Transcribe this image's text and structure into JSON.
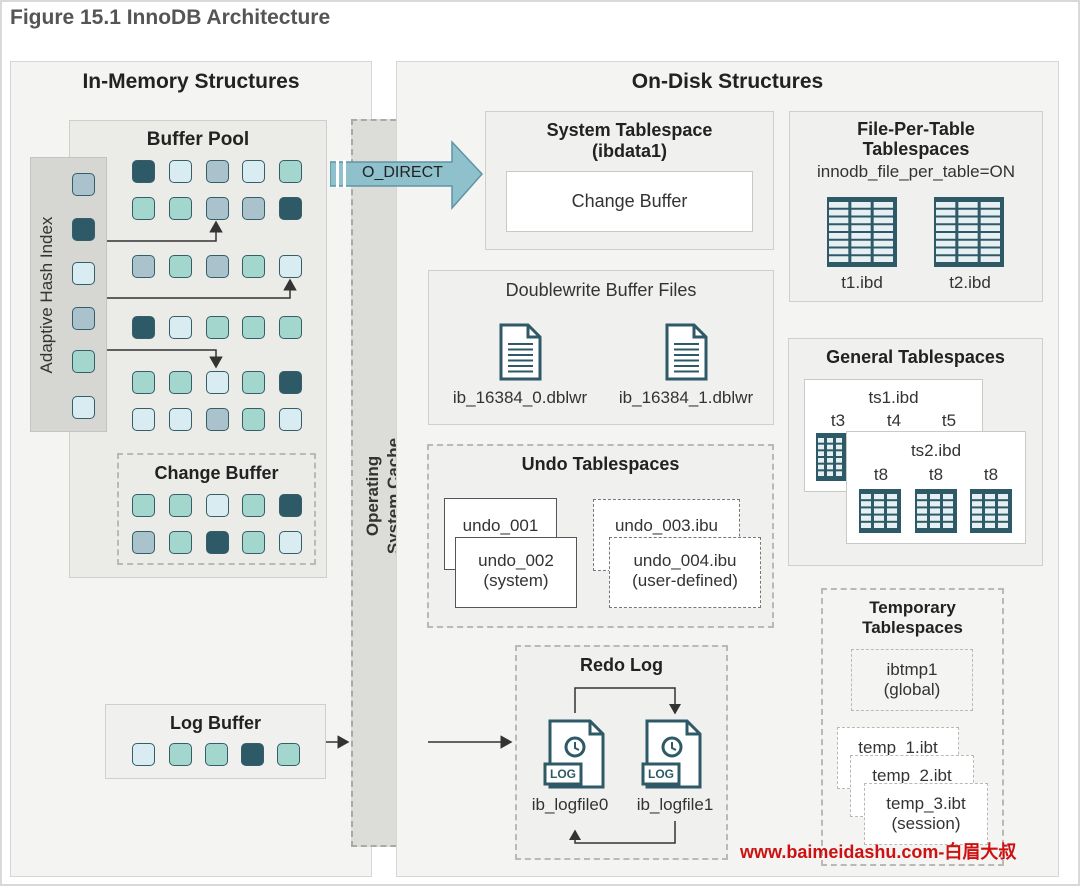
{
  "figure_title": "Figure 15.1 InnoDB Architecture",
  "in_memory": {
    "title": "In-Memory Structures",
    "buffer_pool_label": "Buffer Pool",
    "adaptive_hash_index_label": "Adaptive Hash Index",
    "change_buffer_label": "Change Buffer",
    "log_buffer_label": "Log Buffer"
  },
  "os_cache": {
    "line1": "Operating",
    "line2": "System Cache"
  },
  "o_direct_label": "O_DIRECT",
  "on_disk": {
    "title": "On-Disk Structures",
    "system_tablespace": {
      "title1": "System Tablespace",
      "title2": "(ibdata1)",
      "change_buffer": "Change Buffer"
    },
    "file_per_table": {
      "title1": "File-Per-Table",
      "title2": "Tablespaces",
      "setting": "innodb_file_per_table=ON",
      "file1": "t1.ibd",
      "file2": "t2.ibd"
    },
    "doublewrite": {
      "title": "Doublewrite Buffer Files",
      "file1": "ib_16384_0.dblwr",
      "file2": "ib_16384_1.dblwr"
    },
    "general": {
      "title": "General Tablespaces",
      "ts1": "ts1.ibd",
      "ts1_tables": [
        "t3",
        "t4",
        "t5"
      ],
      "ts2": "ts2.ibd",
      "ts2_tables": [
        "t8",
        "t8",
        "t8"
      ]
    },
    "undo": {
      "title": "Undo Tablespaces",
      "u1": "undo_001",
      "u2a": "undo_002",
      "u2b": "(system)",
      "u3": "undo_003.ibu",
      "u4a": "undo_004.ibu",
      "u4b": "(user-defined)"
    },
    "temporary": {
      "title1": "Temporary",
      "title2": "Tablespaces",
      "ibtmp1a": "ibtmp1",
      "ibtmp1b": "(global)",
      "t1": "temp_1.ibt",
      "t2": "temp_2.ibt",
      "t3a": "temp_3.ibt",
      "t3b": "(session)"
    },
    "redo": {
      "title": "Redo Log",
      "file1": "ib_logfile0",
      "file2": "ib_logfile1",
      "badge": "LOG"
    }
  },
  "watermark": "www.baimeidashu.com-白眉大叔",
  "colors": {
    "light_teal": "#a3d6cc",
    "pale_blue": "#d8ecf1",
    "gray_blue": "#a9c2cb",
    "dark_teal": "#2e5966",
    "arrow_fill": "#8fc1cc",
    "watermark": "#cc1111"
  }
}
